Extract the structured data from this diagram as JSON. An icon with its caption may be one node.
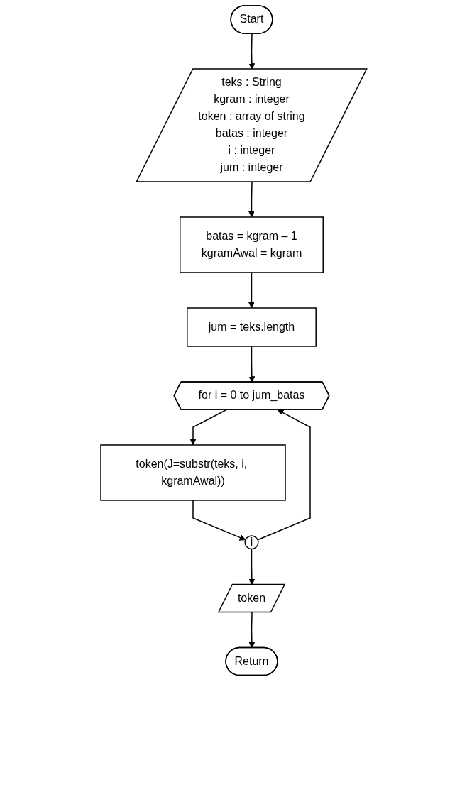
{
  "diagram": {
    "nodes": [
      {
        "text": [
          "Start"
        ]
      },
      {
        "text": [
          "teks : String",
          "kgram : integer",
          "token : array of string",
          "batas : integer",
          "i : integer",
          "jum : integer"
        ]
      },
      {
        "text": [
          "batas = kgram – 1",
          "kgramAwal = kgram"
        ]
      },
      {
        "text": [
          "jum = teks.length"
        ]
      },
      {
        "text": [
          "for i = 0 to jum_batas"
        ]
      },
      {
        "text": [
          "token(J=substr(teks, i, kgramAwal))"
        ]
      },
      {
        "text": [
          "i"
        ]
      },
      {
        "text": [
          "token"
        ]
      },
      {
        "text": [
          "Return"
        ]
      }
    ],
    "edges": [
      {
        "from": 0,
        "to": 1,
        "arrow": "to"
      },
      {
        "from": 1,
        "to": 2,
        "arrow": "to"
      },
      {
        "from": 2,
        "to": 3,
        "arrow": "to"
      },
      {
        "from": 3,
        "to": 4,
        "arrow": "to"
      },
      {
        "from": 4,
        "to": 5,
        "arrow": "to"
      },
      {
        "from": 5,
        "to": 6,
        "arrow": "to"
      },
      {
        "from": 6,
        "to": 4,
        "arrow": "to"
      },
      {
        "from": 6,
        "to": 7,
        "arrow": "to"
      },
      {
        "from": 7,
        "to": 8,
        "arrow": "to"
      }
    ]
  }
}
